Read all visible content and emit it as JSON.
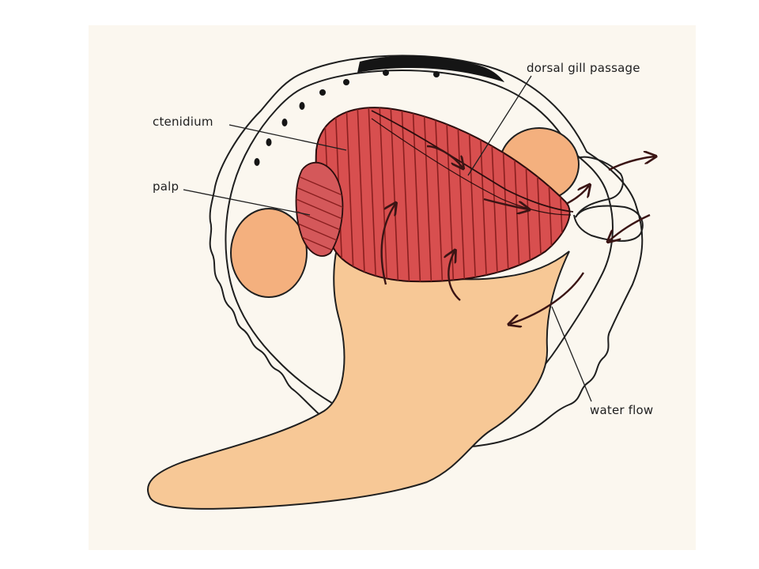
{
  "labels": {
    "dorsal_gill_passage": "dorsal gill passage",
    "ctenidium": "ctenidium",
    "palp": "palp",
    "water_flow": "water flow"
  },
  "colors": {
    "foot": "#f7c896",
    "muscle": "#f4b07e",
    "gill": "#d84f4f",
    "gill_stripes": "#8a1f1f",
    "outline": "#1f1f1f",
    "shell_band": "#f3efe6",
    "hinge": "#151515"
  }
}
